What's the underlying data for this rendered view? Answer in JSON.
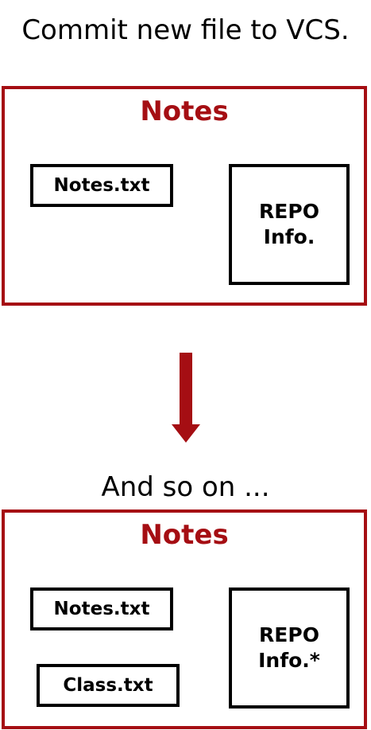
{
  "captions": {
    "top": "Commit new file to VCS.",
    "middle": "And so on ..."
  },
  "colors": {
    "accent": "#a50e13",
    "box_border": "#000000"
  },
  "panels": [
    {
      "title": "Notes",
      "files": [
        "Notes.txt"
      ],
      "repo_line1": "REPO",
      "repo_line2": "Info."
    },
    {
      "title": "Notes",
      "files": [
        "Notes.txt",
        "Class.txt"
      ],
      "repo_line1": "REPO",
      "repo_line2": "Info.*"
    }
  ],
  "connector": {
    "icon": "arrow-down-icon"
  }
}
